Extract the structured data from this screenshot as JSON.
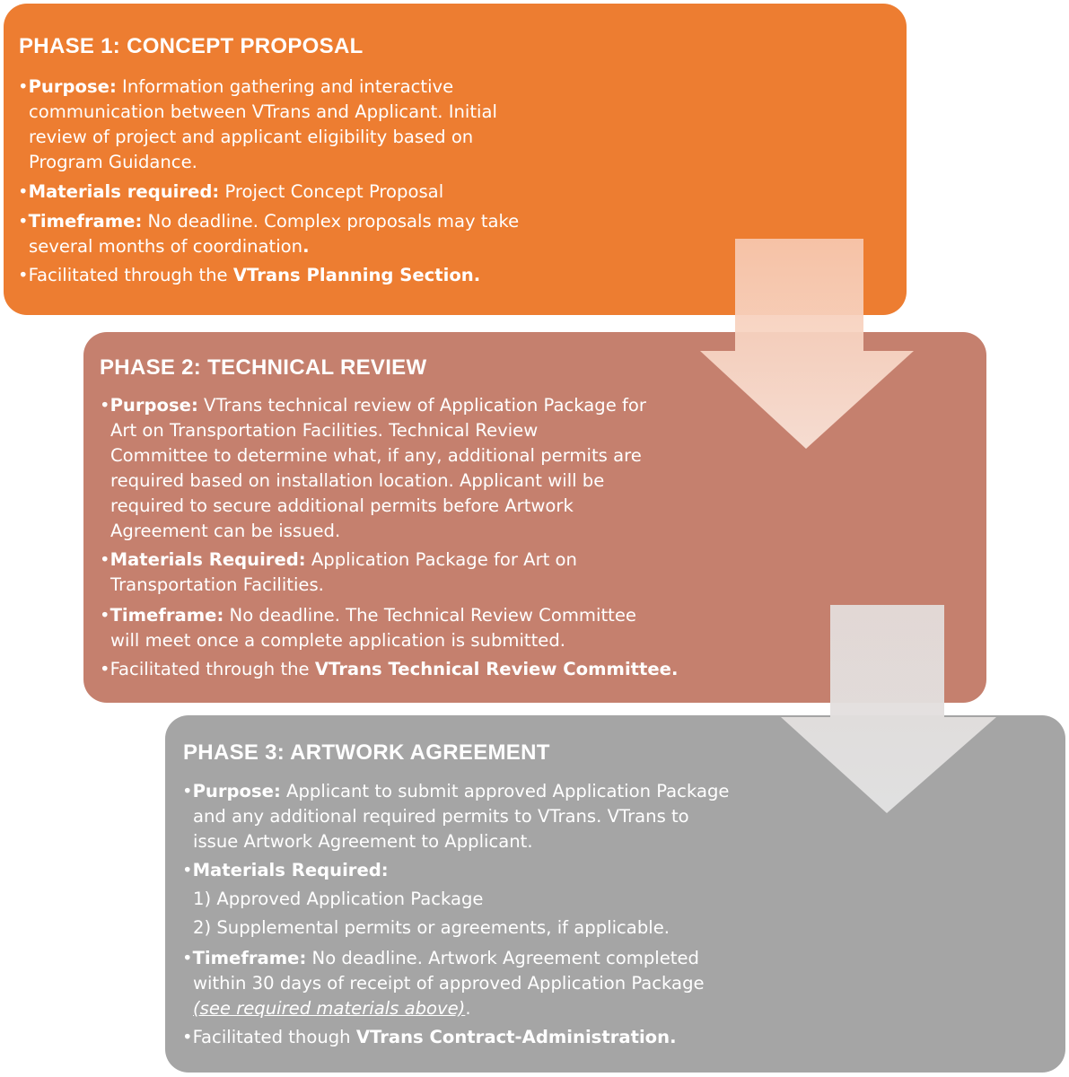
{
  "phase1": {
    "title": "PHASE 1: CONCEPT PROPOSAL",
    "purpose_label": "Purpose:",
    "purpose_l1": "Information gathering and interactive",
    "purpose_l2": "communication between VTrans and Applicant. Initial",
    "purpose_l3": "review of project and applicant eligibility based on",
    "purpose_l4": "Program Guidance.",
    "materials_label": "Materials required:",
    "materials_text": "Project Concept Proposal",
    "timeframe_label": "Timeframe:",
    "timeframe_l1": "No deadline.  Complex proposals may take",
    "timeframe_l2": "several months of coordination",
    "timeframe_l2_end": ".",
    "facilitated_text": "Facilitated through the ",
    "facilitated_strong": "VTrans Planning Section."
  },
  "phase2": {
    "title": "PHASE 2: TECHNICAL REVIEW",
    "purpose_label": "Purpose:",
    "purpose_l1": "VTrans technical review of Application Package for",
    "purpose_l2": "Art on Transportation Facilities.   Technical Review",
    "purpose_l3": "Committee to determine what, if any, additional permits are",
    "purpose_l4": "required based on installation location.  Applicant will be",
    "purpose_l5": "required to secure additional permits before Artwork",
    "purpose_l6": "Agreement can be issued.",
    "materials_label": "Materials Required:",
    "materials_l1": "Application Package for Art on",
    "materials_l2": "Transportation Facilities.",
    "timeframe_label": "Timeframe:",
    "timeframe_l1": "No deadline.  The Technical Review Committee",
    "timeframe_l2": "will meet once a complete application is submitted.",
    "facilitated_text": "Facilitated through the ",
    "facilitated_strong": "VTrans Technical Review Committee."
  },
  "phase3": {
    "title": "PHASE 3: ARTWORK AGREEMENT",
    "purpose_label": "Purpose:",
    "purpose_l1": "Applicant to submit approved Application Package",
    "purpose_l2": "and any additional required permits to VTrans.  VTrans to",
    "purpose_l3": "issue Artwork Agreement to Applicant.",
    "materials_label": "Materials Required:",
    "materials_item1": "1) Approved Application Package",
    "materials_item2": "2) Supplemental permits or agreements, if applicable.",
    "timeframe_label": "Timeframe:",
    "timeframe_l1": "No deadline.  Artwork Agreement completed",
    "timeframe_l2": "within 30 days of receipt of approved Application Package",
    "timeframe_l3_link": "(see required materials above)",
    "timeframe_l3_end": ".",
    "facilitated_text": "Facilitated though ",
    "facilitated_strong": "VTrans Contract-Administration."
  },
  "bullet": "•",
  "colors": {
    "phase1": "#ed7d31",
    "phase2": "#c5806e",
    "phase3": "#a5a5a5",
    "text": "#ffffff"
  }
}
